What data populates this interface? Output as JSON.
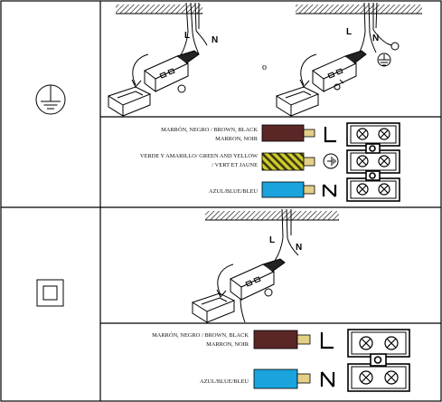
{
  "section_a": {
    "or_text": "o",
    "install_labels": {
      "left": {
        "l": "L",
        "n": "N"
      },
      "right": {
        "l": "L",
        "n": "N"
      }
    },
    "wires": [
      {
        "label_line1": "MARRÓN, NEGRO / BROWN, BLACK",
        "label_line2": "MARRON, NOIR",
        "color": "#5a2626",
        "terminal": "L"
      },
      {
        "label_line1": "VERDE Y AMARILLO/ GREEN AND YELLOW",
        "label_line2": "/ VERT ET JAUNE",
        "color": "#c8c32a",
        "stripe": "#3a3a10",
        "terminal": "ground-symbol"
      },
      {
        "label_line1": "AZUL/BLUE/BLEU",
        "label_line2": "",
        "color": "#1aa3dc",
        "terminal": "N"
      }
    ]
  },
  "section_b": {
    "install_labels": {
      "l": "L",
      "n": "N"
    },
    "wires": [
      {
        "label_line1": "MARRÓN, NEGRO / BROWN, BLACK",
        "label_line2": "MARRON, NOIR",
        "color": "#5a2626",
        "terminal": "L"
      },
      {
        "label_line1": "AZUL/BLUE/BLEU",
        "label_line2": "",
        "color": "#1aa3dc",
        "terminal": "N"
      }
    ]
  },
  "icons": {
    "earth": "protective-earth-icon",
    "double_insulation": "class-ii-double-insulation-icon"
  },
  "colors": {
    "line": "#000000",
    "brown": "#5a2626",
    "yellow": "#c8c32a",
    "blue": "#1aa3dc",
    "pin": "#e3cf86"
  }
}
